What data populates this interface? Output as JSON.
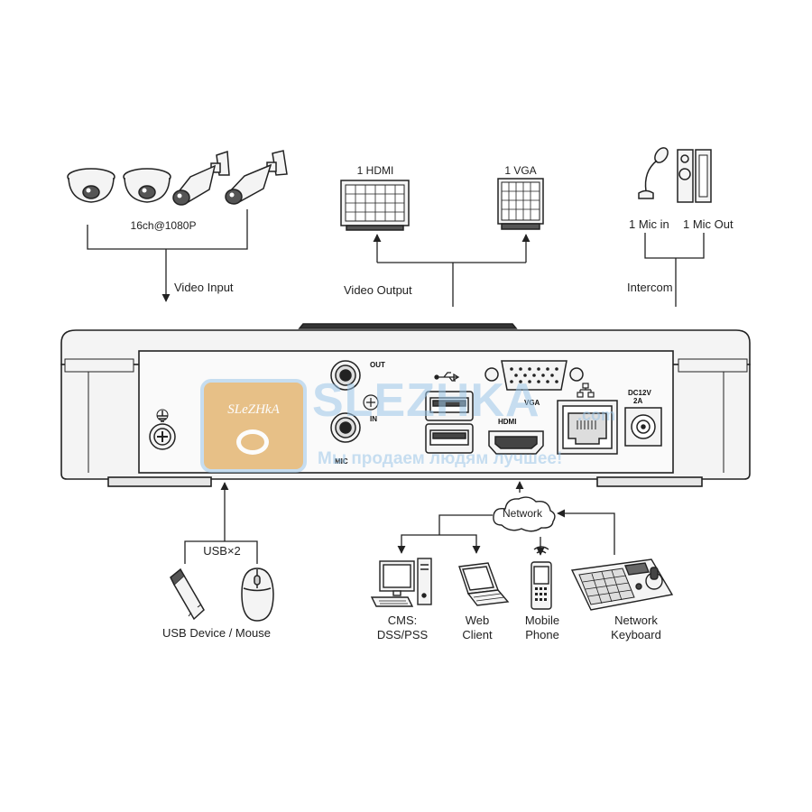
{
  "inputs": {
    "camera_caption": "16ch@1080P",
    "group_label": "Video Input"
  },
  "outputs": {
    "hdmi_caption": "1 HDMI",
    "vga_caption": "1 VGA",
    "group_label": "Video Output"
  },
  "intercom": {
    "mic_in_caption": "1 Mic in",
    "mic_out_caption": "1 Mic Out",
    "group_label": "Intercom"
  },
  "rear_panel": {
    "audio_out": "OUT",
    "audio_in": "IN",
    "mic": "MIC",
    "vga": "VGA",
    "hdmi": "HDMI",
    "power_line1": "DC12V",
    "power_line2": "2A"
  },
  "usb": {
    "group_label": "USB×2",
    "devices_caption": "USB Device / Mouse"
  },
  "network": {
    "cloud_label": "Network",
    "clients": [
      {
        "line1": "CMS:",
        "line2": "DSS/PSS"
      },
      {
        "line1": "Web",
        "line2": "Client"
      },
      {
        "line1": "Mobile",
        "line2": "Phone"
      },
      {
        "line1": "Network",
        "line2": "Keyboard"
      }
    ]
  },
  "watermark": {
    "badge": "SLeZHkA",
    "brand": "SLEZHKA",
    "domain": ".com",
    "slogan": "Мы продаем людям лучшее!"
  },
  "colors": {
    "line": "#222222",
    "device_fill": "#f4f4f4",
    "watermark_orange": "#d9922a",
    "watermark_blue": "#9cc7e8"
  }
}
